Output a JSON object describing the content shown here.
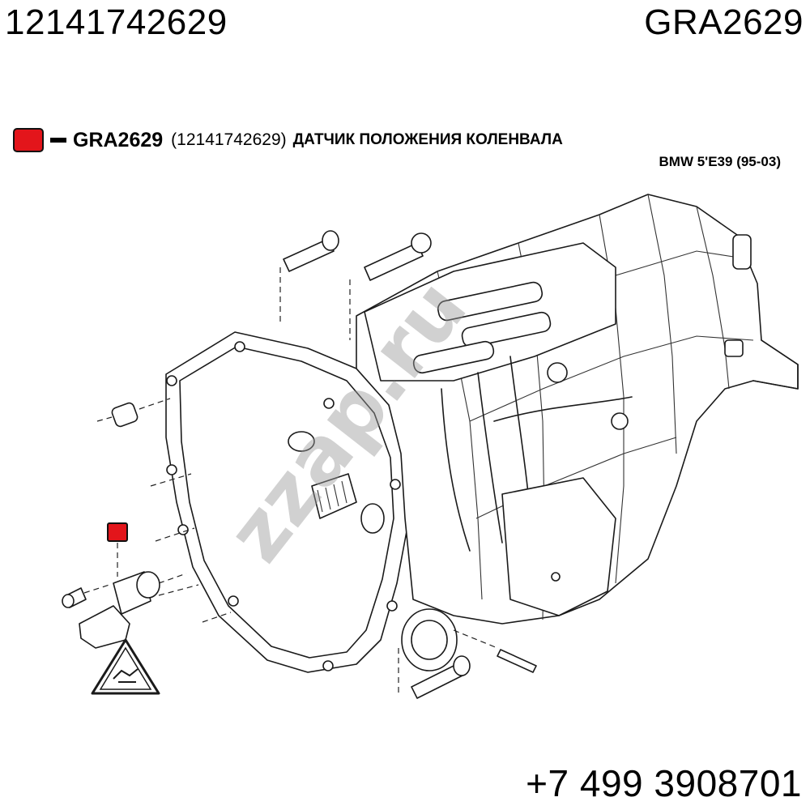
{
  "header": {
    "part_number": "12141742629",
    "part_code": "GRA2629"
  },
  "legend": {
    "part_code": "GRA2629",
    "cross_reference": "(12141742629)",
    "part_name": "ДАТЧИК ПОЛОЖЕНИЯ КОЛЕНВАЛА",
    "vehicle": "BMW 5'E39 (95-03)",
    "marker_color": "#e3151b"
  },
  "watermark": "zzap.ru",
  "footer": {
    "phone": "+7 499 3908701"
  }
}
